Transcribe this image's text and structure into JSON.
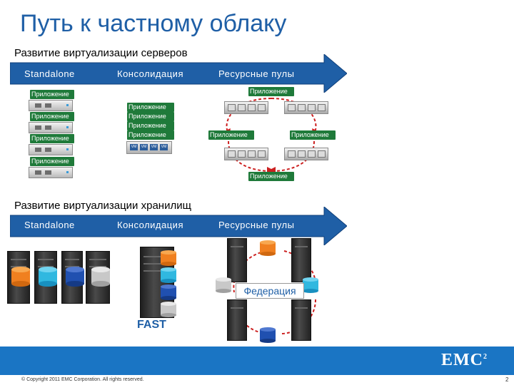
{
  "title": "Путь к частному облаку",
  "server_section": {
    "heading": "Развитие виртуализации серверов",
    "stages": [
      "Standalone",
      "Консолидация",
      "Ресурсные пулы"
    ],
    "app_label": "Приложение",
    "vm_label": "VM"
  },
  "storage_section": {
    "heading": "Развитие виртуализации хранилищ",
    "stages": [
      "Standalone",
      "Консолидация",
      "Ресурсные пулы"
    ],
    "federation_label": "Федерация",
    "fast_label": "FAST"
  },
  "colors": {
    "title": "#1f5fa6",
    "arrow_fill": "#1f5fa6",
    "app_box": "#1f7a3a",
    "footer": "#1a75c4",
    "accent_red": "#cc2020",
    "disk_orange": "#f08020",
    "disk_cyan": "#30b8e0",
    "disk_blue": "#2050b0",
    "disk_grey": "#c8c8c8"
  },
  "footer": {
    "copyright": "© Copyright 2011 EMC Corporation. All rights reserved.",
    "page_number": "2",
    "logo": "EMC",
    "logo_sup": "2"
  }
}
